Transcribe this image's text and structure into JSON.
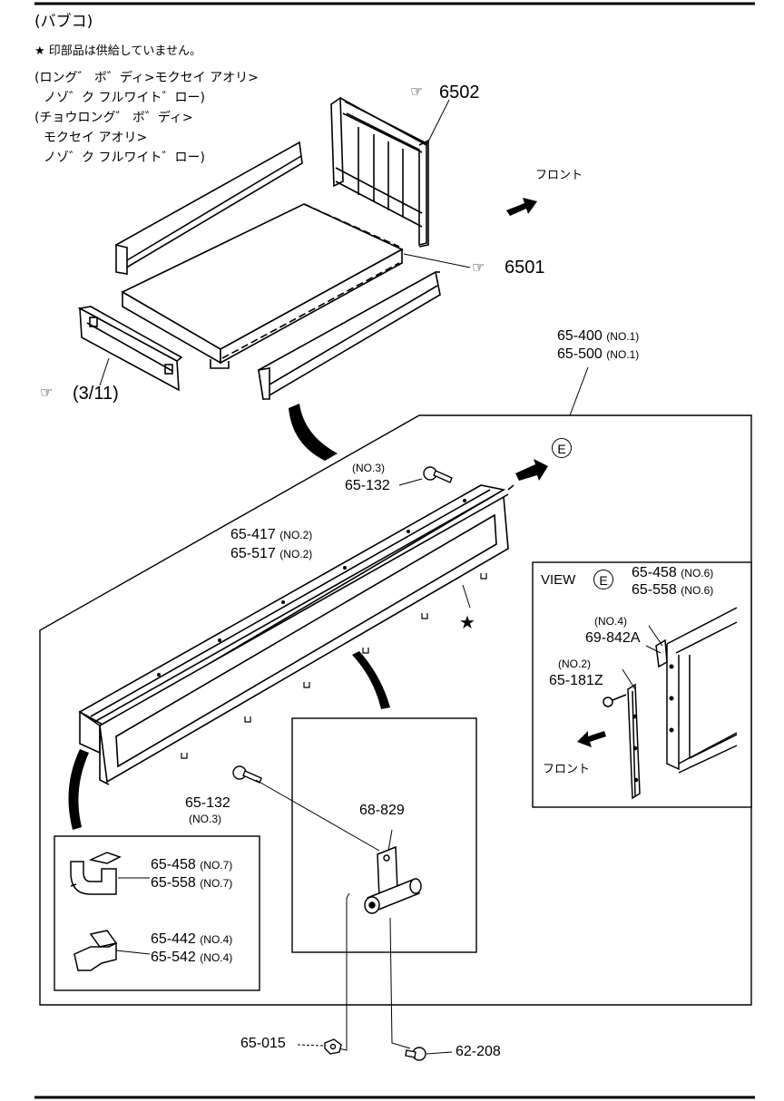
{
  "header": {
    "title": "(バブコ)",
    "note": "★ 印部品は供給していません。",
    "line1": "(ロング゛ ボ゛ディ>モクセイ アオリ>",
    "line2": "ノゾ゛ク フルワイト゛ロー)",
    "line3": "(チョウロング゛ ボ゛ディ>",
    "line4": "モクセイ アオリ>",
    "line5": "ノゾ゛ク フルワイト゛ロー)"
  },
  "refs": {
    "r6502": "6502",
    "r6501": "6501",
    "r311": "(3/11)"
  },
  "front_top": "フロント",
  "front_view": "フロント",
  "circle_e": "E",
  "star": "★",
  "parts": {
    "p65400": "65-400",
    "p65400_no": "(NO.1)",
    "p65500": "65-500",
    "p65500_no": "(NO.1)",
    "p65132a_no": "(NO.3)",
    "p65132a": "65-132",
    "p65417": "65-417",
    "p65417_no": "(NO.2)",
    "p65517": "65-517",
    "p65517_no": "(NO.2)",
    "view_label": "VIEW",
    "p65458a": "65-458",
    "p65458a_no": "(NO.6)",
    "p65558a": "65-558",
    "p65558a_no": "(NO.6)",
    "p69842_no": "(NO.4)",
    "p69842": "69-842A",
    "p65181_no": "(NO.2)",
    "p65181": "65-181Z",
    "p65132b": "65-132",
    "p65132b_no": "(NO.3)",
    "p68829": "68-829",
    "p65458b": "65-458",
    "p65458b_no": "(NO.7)",
    "p65558b": "65-558",
    "p65558b_no": "(NO.7)",
    "p65442": "65-442",
    "p65442_no": "(NO.4)",
    "p65542": "65-542",
    "p65542_no": "(NO.4)",
    "p65015": "65-015",
    "p62208": "62-208"
  }
}
